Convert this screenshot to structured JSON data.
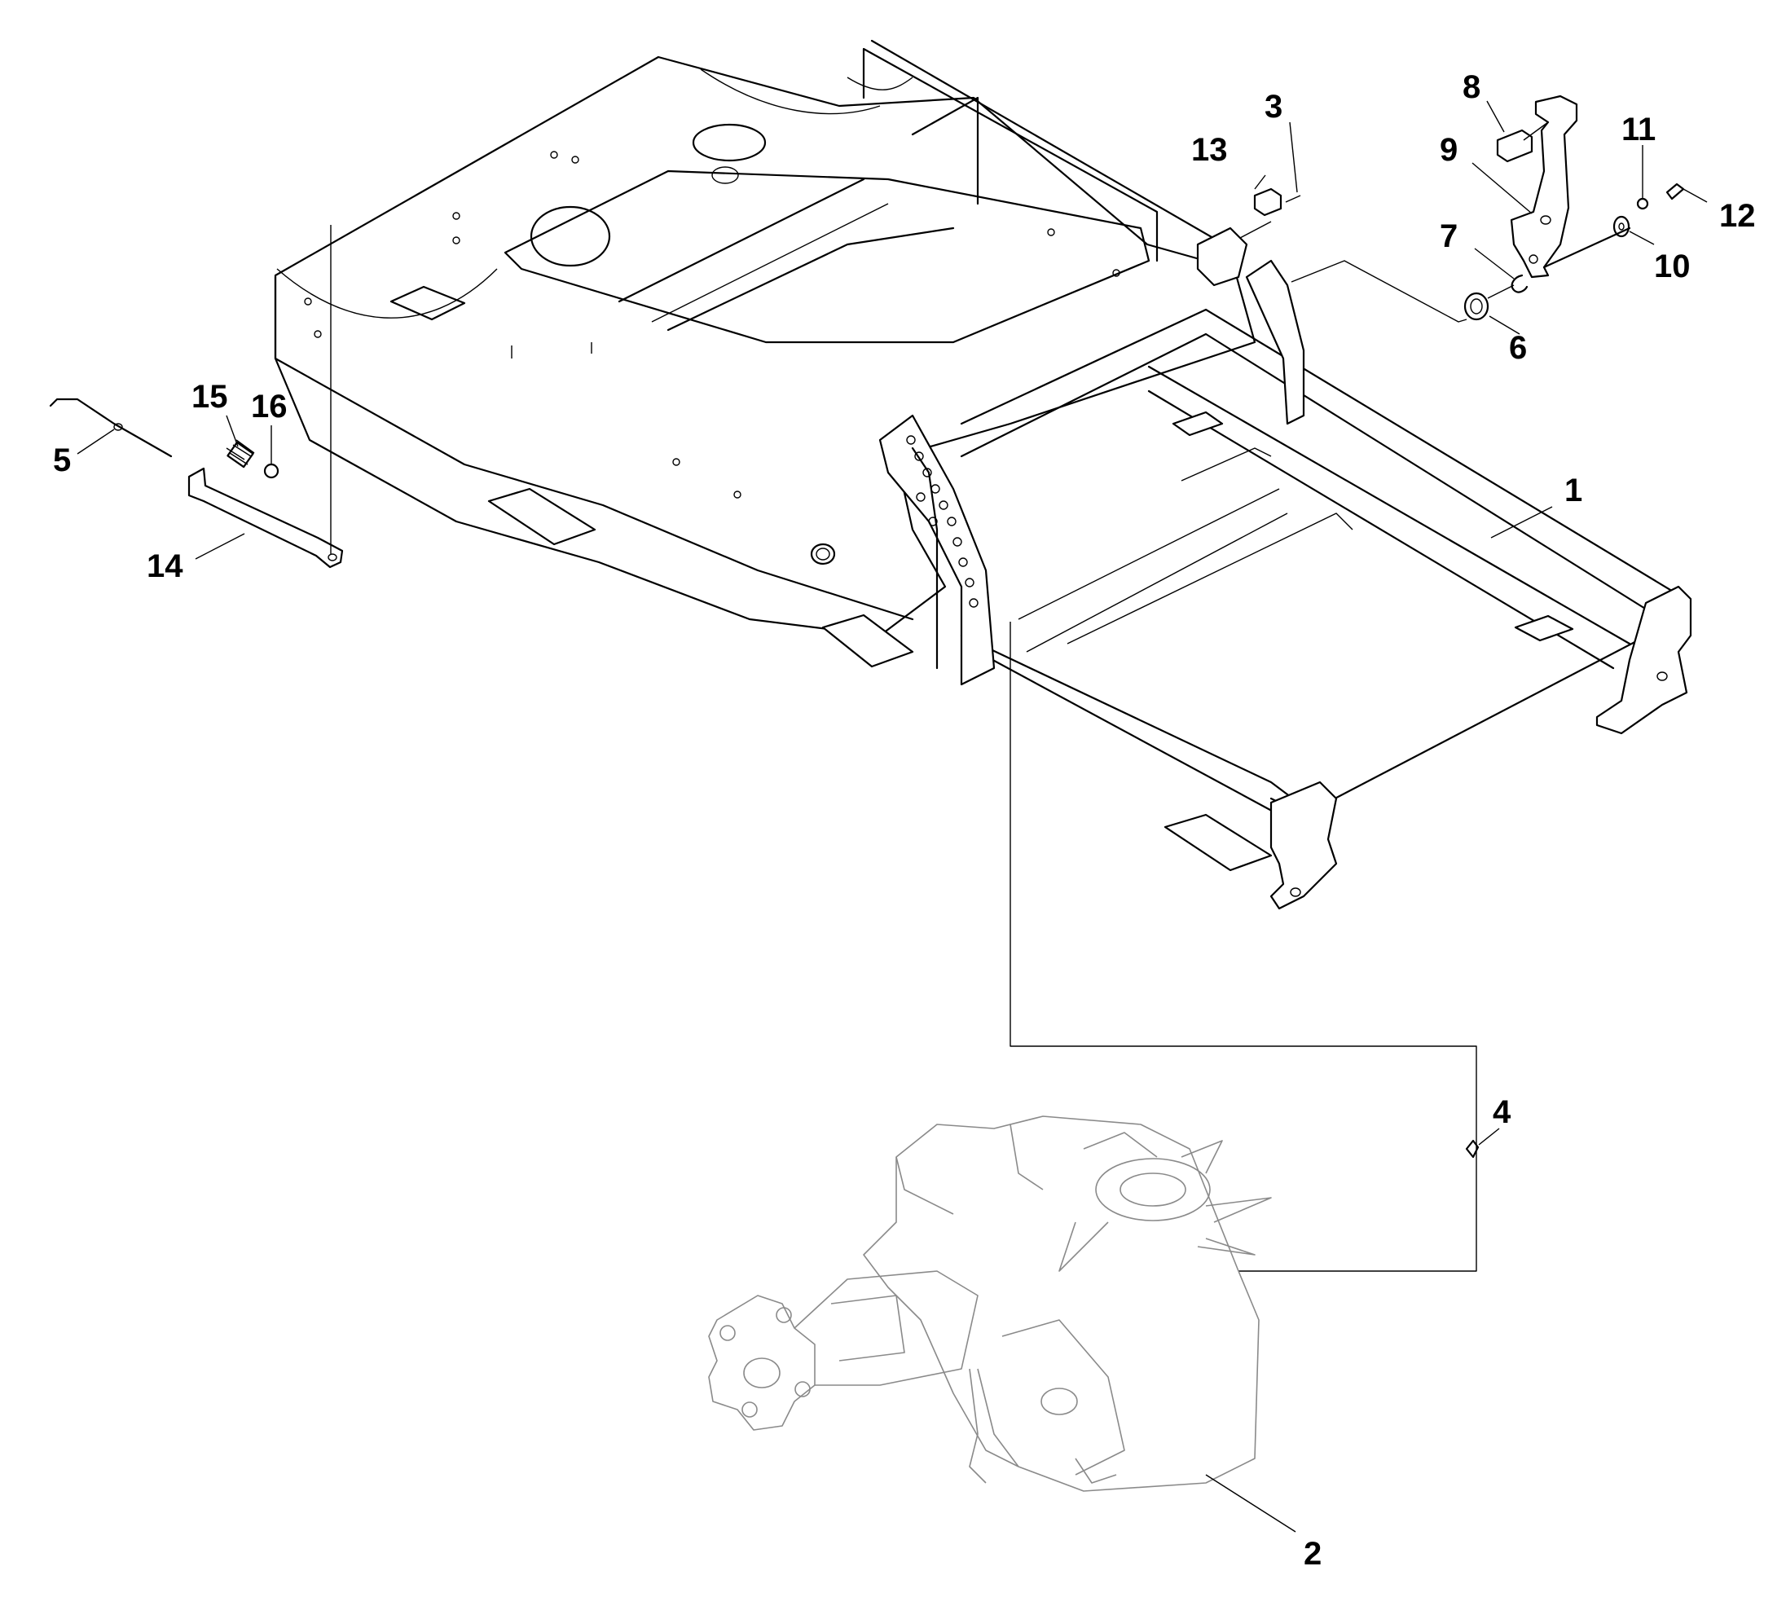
{
  "diagram": {
    "type": "exploded-parts-view",
    "callouts": {
      "c1": "1",
      "c2": "2",
      "c3": "3",
      "c4": "4",
      "c5": "5",
      "c6": "6",
      "c7": "7",
      "c8": "8",
      "c9": "9",
      "c10": "10",
      "c11": "11",
      "c12": "12",
      "c13": "13",
      "c14": "14",
      "c15": "15",
      "c16": "16"
    },
    "parts": {
      "frame": "chassis-frame",
      "transaxle": "hydrostatic-transaxle",
      "brake_rod": "brake-rod",
      "brake_bracket": "brake-bracket",
      "spring": "extension-spring",
      "pedal": "brake-pedal-arm"
    }
  }
}
